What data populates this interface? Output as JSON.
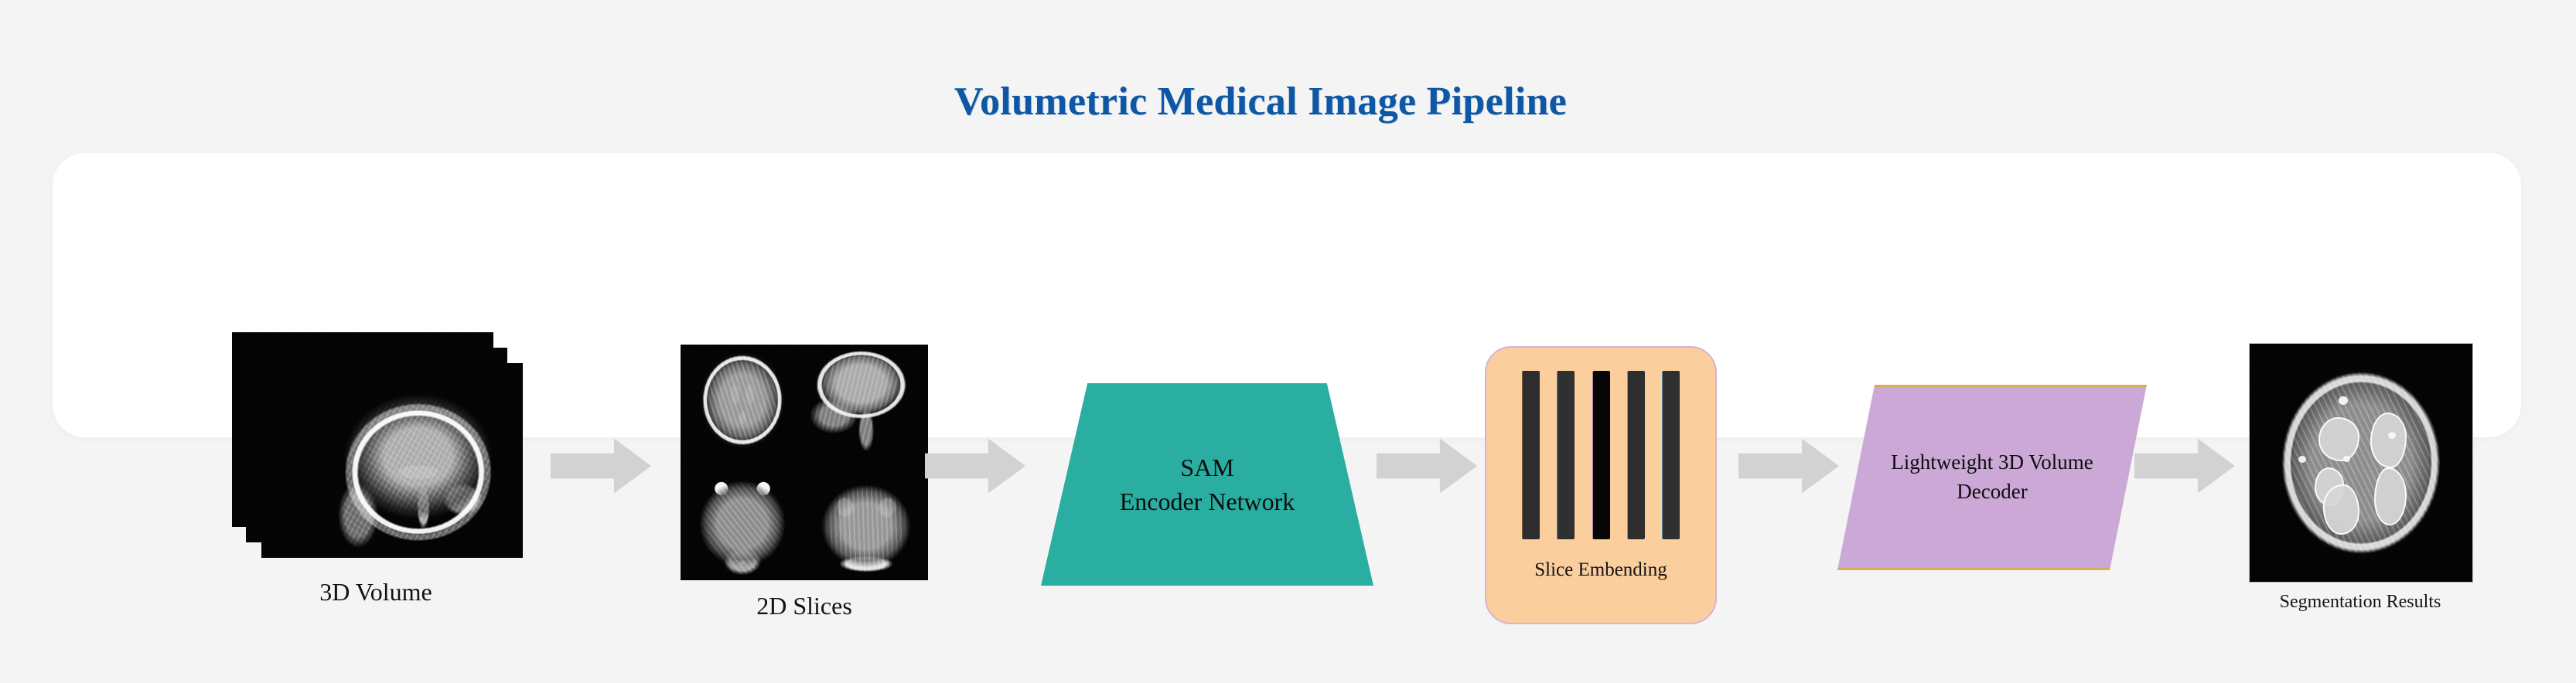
{
  "figure": {
    "title": "Volumetric Medical Image Pipeline",
    "title_color": "#0e57a4",
    "page_background": "#f4f4f4",
    "card_background": "#ffffff"
  },
  "stages": {
    "volume": {
      "label": "3D Volume",
      "icon": "stacked-mri-sagittal-slices",
      "sheet_count": 3
    },
    "slices": {
      "label": "2D Slices",
      "icon": "mri-slice-grid-2x2",
      "cells": [
        "axial-brain-slice",
        "sagittal-head-slice",
        "axial-orbit-slice",
        "coronal-head-slice"
      ]
    },
    "encoder": {
      "text": "SAM\nEncoder Network",
      "line1": "SAM",
      "line2": "Encoder Network",
      "shape": "trapezoid",
      "fill": "#2BAEA2"
    },
    "embedding": {
      "label": "Slice Embending",
      "shape": "rounded-rectangle",
      "fill": "#FBCE9E",
      "border": "#d7b3cf",
      "bar_count": 5,
      "bar_color": "#2c2c2c"
    },
    "decoder": {
      "text": "Lightweight 3D Volume\nDecoder",
      "line1": "Lightweight 3D Volume",
      "line2": "Decoder",
      "shape": "parallelogram",
      "fill": "#CBA8D5",
      "border": "#d8ae55"
    },
    "result": {
      "label": "Segmentation Results",
      "icon": "axial-brain-mri-with-lesion-contours"
    }
  },
  "arrows": {
    "count": 5,
    "fill": "#d2d2d2",
    "outline": "#6f6f6f",
    "direction": "right",
    "flow": [
      "3D Volume",
      "2D Slices",
      "SAM Encoder Network",
      "Slice Embending",
      "Lightweight 3D Volume Decoder",
      "Segmentation Results"
    ]
  }
}
